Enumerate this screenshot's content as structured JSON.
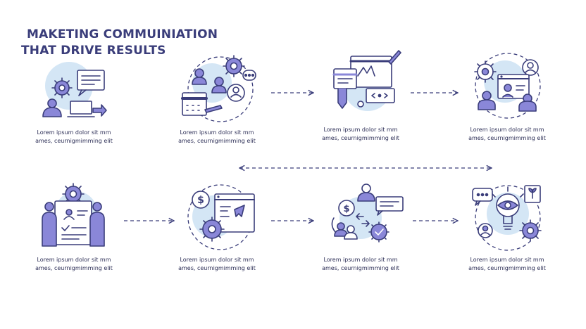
{
  "title": {
    "line1": "MAKETING COMMUINIATION",
    "line2": "THAT DRIVE RESULTS"
  },
  "colors": {
    "outline": "#3a3d7a",
    "accent": "#8a87d8",
    "blob": "#d4e6f5",
    "text": "#2b2d55"
  },
  "steps": [
    {
      "icon": "team-collaboration-icon",
      "line1": "Lorem ipsum dolor sit mm",
      "line2": "ames, ceurnigmimming elit"
    },
    {
      "icon": "planning-calendar-icon",
      "line1": "Lorem ipsum dolor sit mm",
      "line2": "ames, ceurnigmimming elit"
    },
    {
      "icon": "presentation-board-icon",
      "line1": "Lorem ipsum dolor sit mm",
      "line2": "ames, ceurnigmimming elit"
    },
    {
      "icon": "video-meeting-icon",
      "line1": "Lorem ipsum dolor sit mm",
      "line2": "ames, ceurnigmimming elit"
    },
    {
      "icon": "document-review-icon",
      "line1": "Lorem ipsum dolor sit mm",
      "line2": "ames, ceurnigmimming elit"
    },
    {
      "icon": "web-campaign-icon",
      "line1": "Lorem ipsum dolor sit mm",
      "line2": "ames, ceurnigmimming elit"
    },
    {
      "icon": "customer-exchange-icon",
      "line1": "Lorem ipsum dolor sit mm",
      "line2": "ames, ceurnigmimming elit"
    },
    {
      "icon": "insight-idea-icon",
      "line1": "Lorem ipsum dolor sit mm",
      "line2": "ames, ceurnigmimming elit"
    }
  ]
}
